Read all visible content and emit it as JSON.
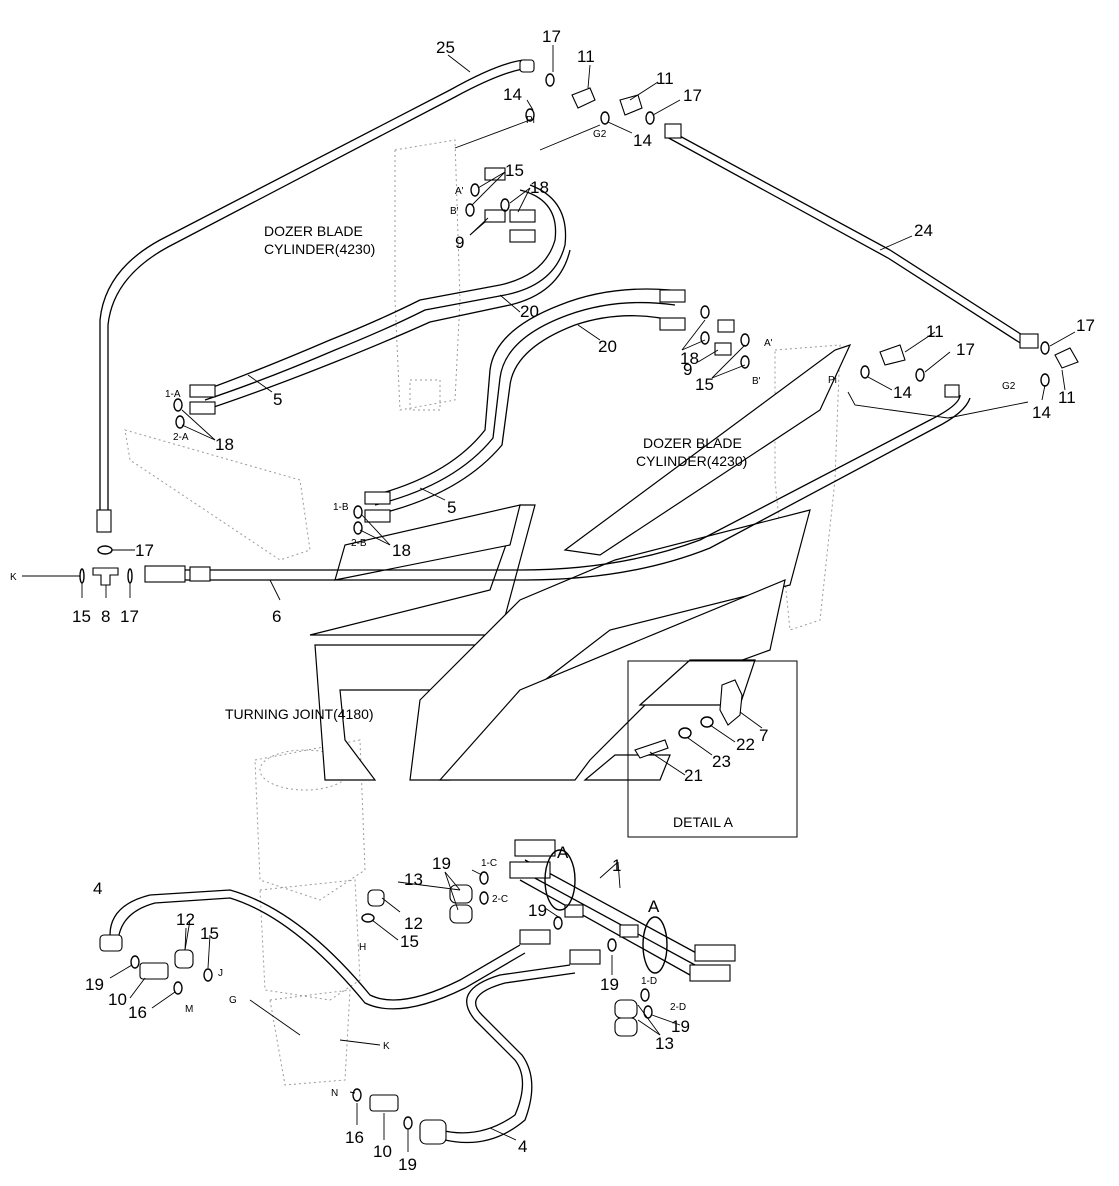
{
  "captions": {
    "dozer_blade_1": [
      "DOZER BLADE",
      "CYLINDER(4230)"
    ],
    "dozer_blade_2": [
      "DOZER BLADE",
      "CYLINDER(4230)"
    ],
    "turning_joint": "TURNING JOINT(4180)",
    "detail_a": "DETAIL A"
  },
  "callouts": [
    "25",
    "17",
    "11",
    "14",
    "11",
    "17",
    "14",
    "15",
    "18",
    "9",
    "24",
    "20",
    "5",
    "18",
    "20",
    "18",
    "9",
    "15",
    "11",
    "17",
    "14",
    "17",
    "11",
    "14",
    "5",
    "18",
    "17",
    "15",
    "8",
    "17",
    "6",
    "7",
    "22",
    "23",
    "21",
    "19",
    "13",
    "12",
    "15",
    "4",
    "12",
    "19",
    "10",
    "16",
    "15",
    "1",
    "19",
    "19",
    "13",
    "16",
    "10",
    "19",
    "4",
    "A",
    "A"
  ],
  "port_labels": [
    "Pi",
    "G2",
    "A'",
    "B'",
    "1-A",
    "2-A",
    "A'",
    "B'",
    "Pi",
    "G2",
    "1-B",
    "2-B",
    "K",
    "1-C",
    "2-C",
    "H",
    "J",
    "G",
    "M",
    "K",
    "N",
    "1-D",
    "2-D"
  ],
  "colors": {
    "line": "#000000",
    "ghost": "#9a9a9a",
    "background": "#ffffff"
  }
}
